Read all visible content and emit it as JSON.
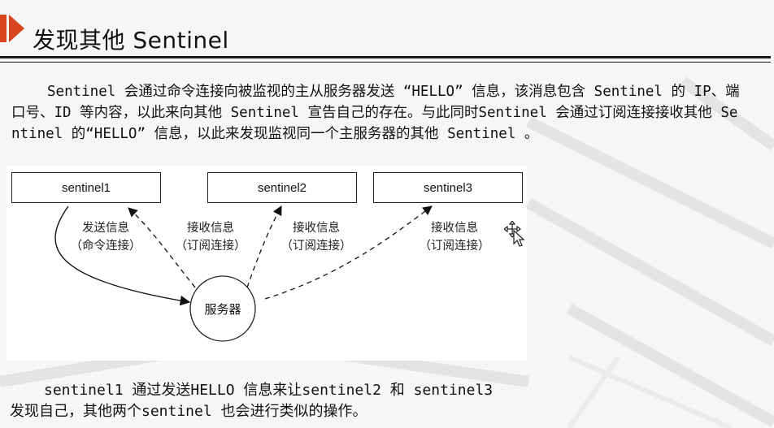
{
  "slide": {
    "title": "发现其他 Sentinel",
    "paragraph1": "Sentinel 会通过命令连接向被监视的主从服务器发送 “HELLO” 信息，该消息包含 Sentinel 的 IP、端口号、ID 等内容，以此来向其他 Sentinel 宣告自己的存在。与此同时Sentinel 会通过订阅连接接收其他 Sentinel 的“HELLO” 信息，以此来发现监视同一个主服务器的其他 Sentinel 。",
    "paragraph2_line1": "sentinel1 通过发送HELLO 信息来让sentinel2 和 sentinel3",
    "paragraph2_line2": "发现自己，其他两个sentinel 也会进行类似的操作。"
  },
  "diagram": {
    "nodes": {
      "sentinel1": "sentinel1",
      "sentinel2": "sentinel2",
      "sentinel3": "sentinel3",
      "server": "服务器"
    },
    "edges": {
      "send_line1": "发送信息",
      "send_line2": "（命令连接）",
      "recv1_line1": "接收信息",
      "recv1_line2": "（订阅连接）",
      "recv2_line1": "接收信息",
      "recv2_line2": "（订阅连接）",
      "recv3_line1": "接收信息",
      "recv3_line2": "（订阅连接）"
    }
  },
  "colors": {
    "title_marker": "#d9451e",
    "rule": "#1a1a1a",
    "text": "#111111"
  },
  "icons": {
    "cursor": "move-cursor-icon"
  }
}
